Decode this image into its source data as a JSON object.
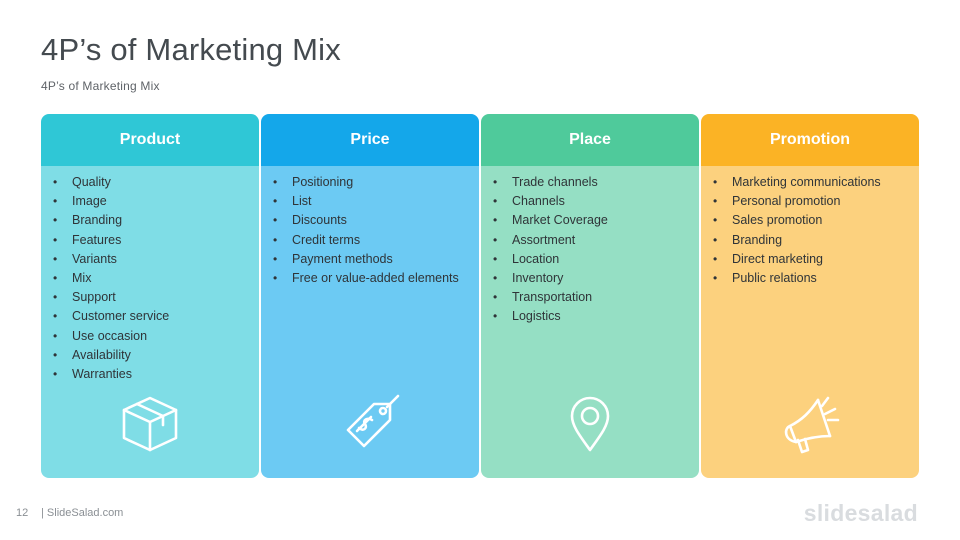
{
  "slide": {
    "title": "4P’s of Marketing Mix",
    "subtitle": "4P’s of Marketing Mix",
    "page_number": "12",
    "source": "| SlideSalad.com",
    "logo_text": "slidesalad"
  },
  "columns": [
    {
      "heading": "Product",
      "header_color": "#2fc7d6",
      "body_color": "#7fdde6",
      "icon": "box-icon",
      "items": [
        "Quality",
        "Image",
        "Branding",
        "Features",
        "Variants",
        "Mix",
        "Support",
        "Customer service",
        "Use occasion",
        "Availability",
        "Warranties"
      ]
    },
    {
      "heading": "Price",
      "header_color": "#14a7ea",
      "body_color": "#6ccaf3",
      "icon": "price-tag-icon",
      "items": [
        "Positioning",
        "List",
        "Discounts",
        "Credit terms",
        "Payment methods",
        "Free or value-added elements"
      ]
    },
    {
      "heading": "Place",
      "header_color": "#4fca9b",
      "body_color": "#95dfc4",
      "icon": "location-pin-icon",
      "items": [
        "Trade channels",
        "Channels",
        "Market Coverage",
        "Assortment",
        "Location",
        "Inventory",
        "Transportation",
        "Logistics"
      ]
    },
    {
      "heading": "Promotion",
      "header_color": "#fbb325",
      "body_color": "#fcd17e",
      "icon": "megaphone-icon",
      "items": [
        "Marketing communications",
        "Personal promotion",
        "Sales promotion",
        "Branding",
        "Direct marketing",
        "Public relations"
      ]
    }
  ]
}
